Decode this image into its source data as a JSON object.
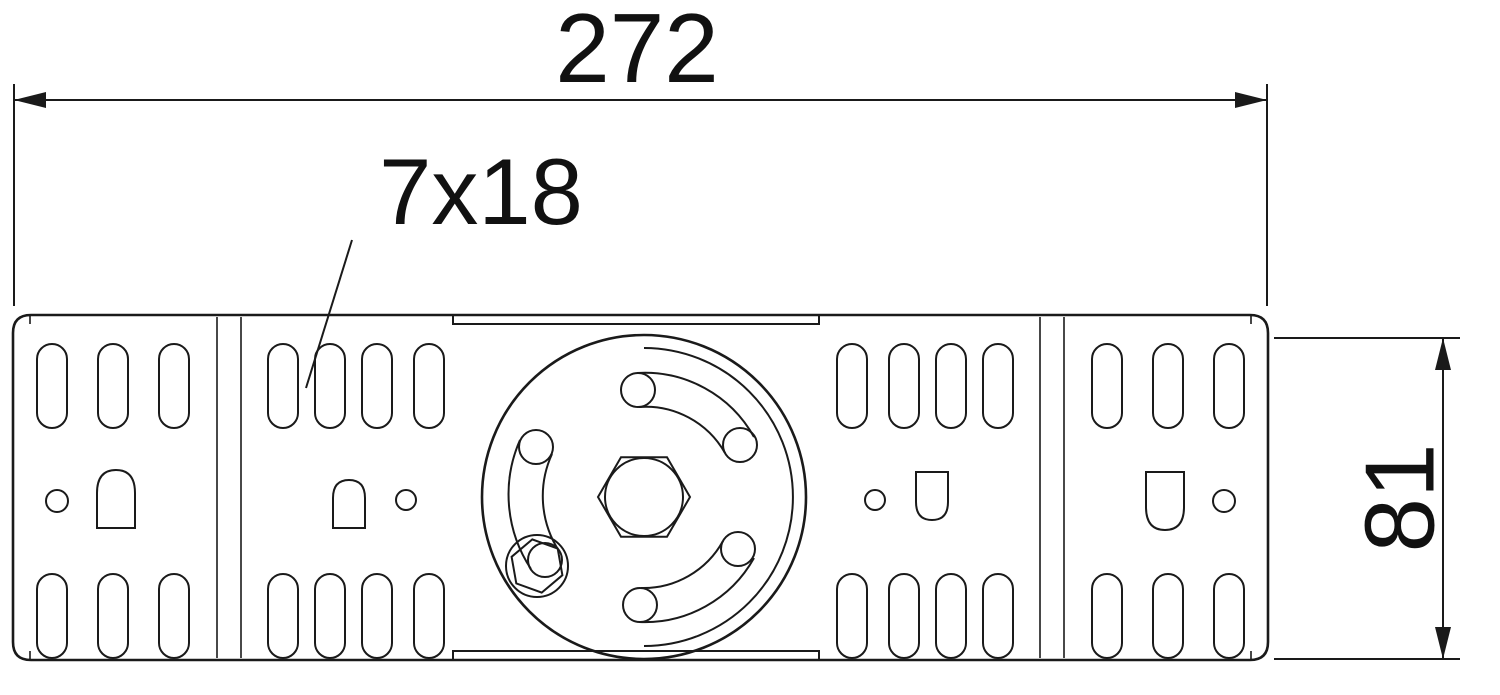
{
  "drawing": {
    "background": "#ffffff",
    "line_color": "#1a1a1a",
    "dimensions": {
      "overall_width": {
        "label": "272"
      },
      "overall_height": {
        "label": "81"
      },
      "slot_size": {
        "label": "7x18"
      }
    }
  }
}
